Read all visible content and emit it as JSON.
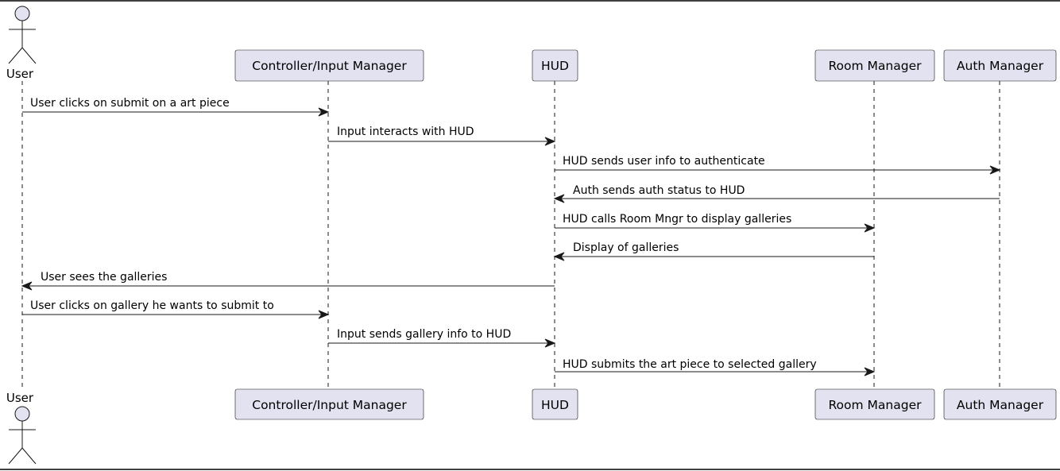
{
  "participants": [
    {
      "id": "user",
      "type": "actor",
      "label": "User"
    },
    {
      "id": "controller",
      "type": "participant",
      "label": "Controller/Input Manager"
    },
    {
      "id": "hud",
      "type": "participant",
      "label": "HUD"
    },
    {
      "id": "room",
      "type": "participant",
      "label": "Room Manager"
    },
    {
      "id": "auth",
      "type": "participant",
      "label": "Auth Manager"
    }
  ],
  "messages": [
    {
      "from": "user",
      "to": "controller",
      "label": "User clicks on submit on a art piece"
    },
    {
      "from": "controller",
      "to": "hud",
      "label": "Input interacts with HUD"
    },
    {
      "from": "hud",
      "to": "auth",
      "label": "HUD sends user info to authenticate"
    },
    {
      "from": "auth",
      "to": "hud",
      "label": "Auth sends auth status to HUD"
    },
    {
      "from": "hud",
      "to": "room",
      "label": "HUD calls Room Mngr to display galleries"
    },
    {
      "from": "room",
      "to": "hud",
      "label": "Display of galleries"
    },
    {
      "from": "hud",
      "to": "user",
      "label": "User sees the galleries"
    },
    {
      "from": "user",
      "to": "controller",
      "label": "User clicks on gallery he wants to submit to"
    },
    {
      "from": "controller",
      "to": "hud",
      "label": "Input sends gallery info to HUD"
    },
    {
      "from": "hud",
      "to": "room",
      "label": "HUD submits the art piece to selected gallery"
    }
  ],
  "colors": {
    "participant_fill": "#E2E2F0",
    "line": "#181818",
    "background": "#FFFFFF"
  }
}
